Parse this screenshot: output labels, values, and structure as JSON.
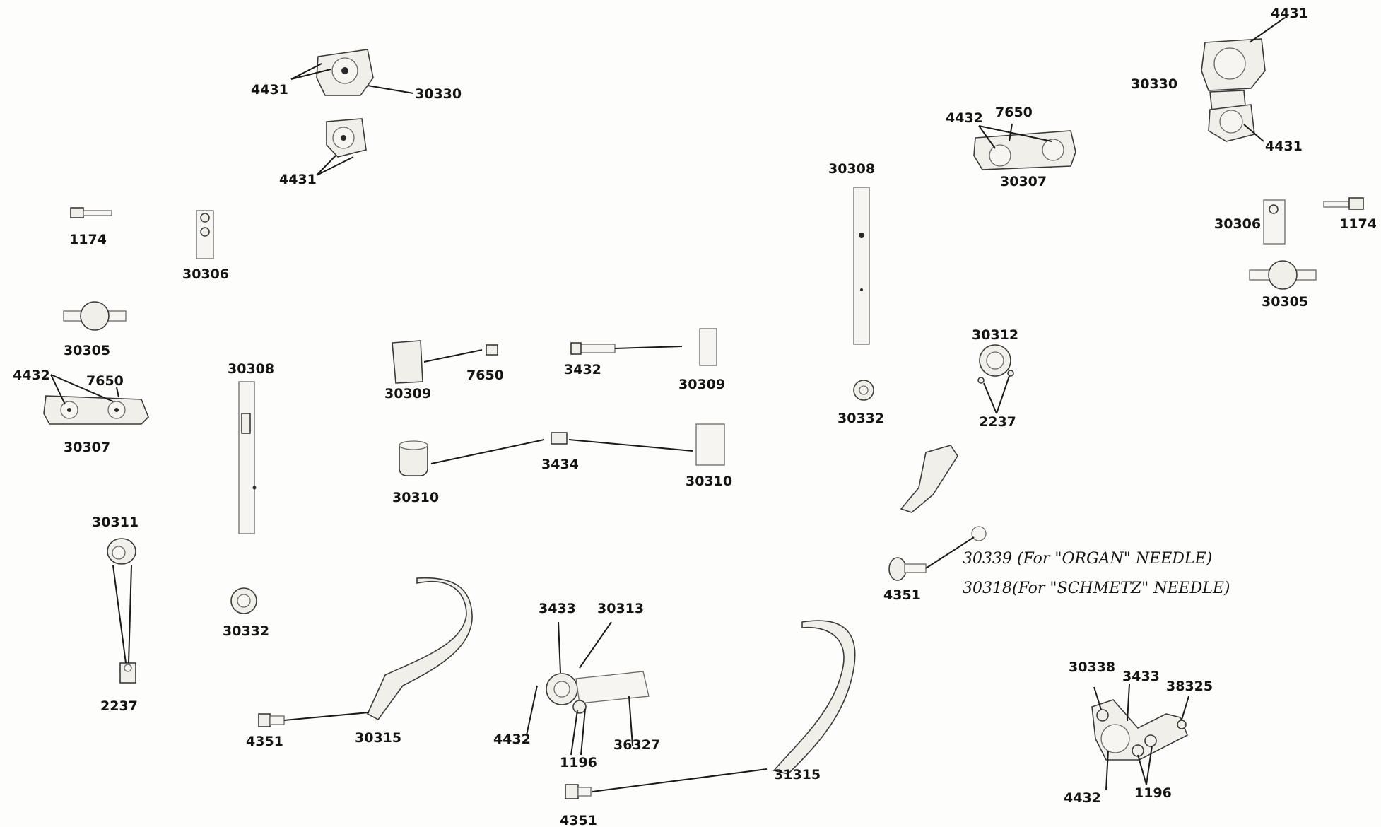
{
  "labels": {
    "l4431a": "4431",
    "l30330a": "30330",
    "l4431b": "4431",
    "l1174a": "1174",
    "l30306a": "30306",
    "l30305a": "30305",
    "l4432a": "4432",
    "l7650a": "7650",
    "l30307a": "30307",
    "l30308a": "30308",
    "l30311": "30311",
    "l2237a": "2237",
    "l30332a": "30332",
    "l30309a": "30309",
    "l7650b": "7650",
    "l3432": "3432",
    "l30309b": "30309",
    "l30310a": "30310",
    "l3434": "3434",
    "l30310b": "30310",
    "l4351a": "4351",
    "l30315": "30315",
    "l3433a": "3433",
    "l30313": "30313",
    "l4432b": "4432",
    "l1196a": "1196",
    "l36327": "36327",
    "l4351b": "4351",
    "l31315": "31315",
    "l30308b": "30308",
    "l30332b": "30332",
    "l4432c": "4432",
    "l7650c": "7650",
    "l30307b": "30307",
    "l30312": "30312",
    "l2237b": "2237",
    "l4351c": "4351",
    "l30330b": "30330",
    "l4431c": "4431",
    "l4431d": "4431",
    "l30306b": "30306",
    "l1174b": "1174",
    "l30305b": "30305",
    "l30338": "30338",
    "l3433b": "3433",
    "l38325": "38325",
    "l4432d": "4432",
    "l1196b": "1196"
  },
  "notes": {
    "organ": "30339 (For \"ORGAN\" NEEDLE)",
    "schmetz": "30318(For \"SCHMETZ\" NEEDLE)"
  }
}
